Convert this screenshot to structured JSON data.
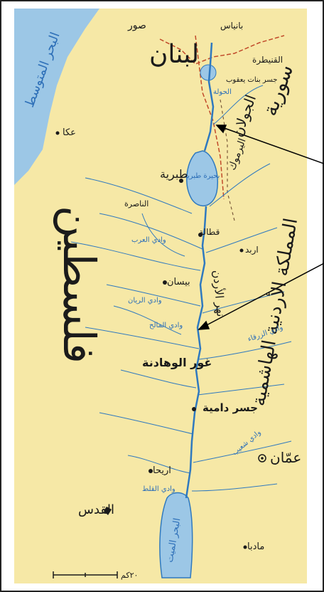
{
  "map": {
    "colors": {
      "land": "#f6e8a6",
      "water": "#9cc7e6",
      "river": "#2f79bf",
      "border": "#c14a2a",
      "text": "#1a1a1a"
    },
    "labels": {
      "lebanon": "لبنان",
      "syria": "سورية",
      "golan": "الجولان",
      "palestine": "فلسطين",
      "jordan_kingdom": "المملكة الأردنية الهاشمية",
      "mediterranean": "البحر المتوسط",
      "sur": "صور",
      "banyas": "بانياس",
      "quneitra": "القنيطرة",
      "jisr_banat": "جسر بنات يعقوب",
      "hula": "الحولة",
      "akka": "عكا",
      "tabaria_lake": "بحيرة طبرية",
      "tabaria": "طبرية",
      "yarmouk_region": "اليرموك",
      "nasirah": "الناصرة",
      "qataleh": "قطالة",
      "jordan_river": "نهر الأردن",
      "irbid": "اربد",
      "beisan": "بيسان",
      "ghor_wahadneh": "غور الوهادنة",
      "jisr_damia": "جسر دامية",
      "amman": "عمّان",
      "jericho": "اريحا",
      "quds": "القدس",
      "madaba": "مادبا",
      "dead_sea": "البحر الميت",
      "scale": "٢٠كم",
      "wadi_1": "وادي العرب",
      "wadi_2": "وادي الزرقاء",
      "wadi_3": "وادي شعيب",
      "wadi_4": "وادي القلط",
      "wadi_5": "وادي المالح",
      "wadi_6": "وادي الريان"
    }
  }
}
